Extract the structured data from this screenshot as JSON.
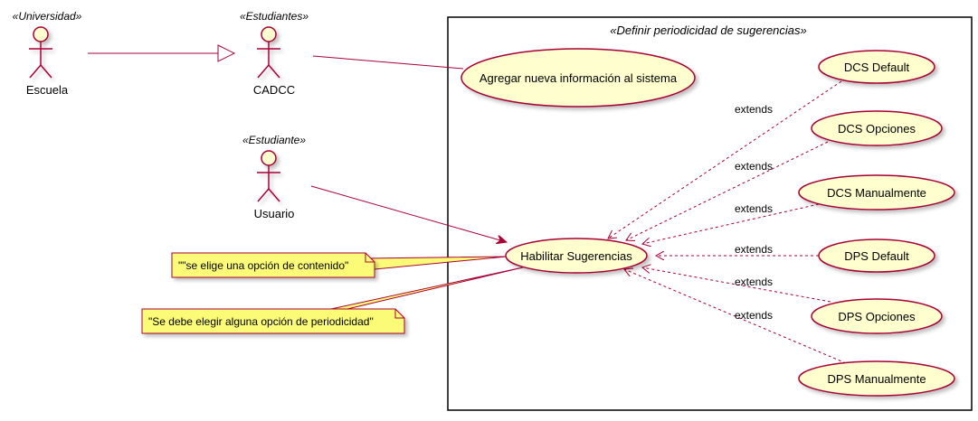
{
  "diagram": {
    "package": {
      "stereotype": "«Definir periodicidad de sugerencias»"
    },
    "actors": [
      {
        "id": "escuela",
        "stereotype": "«Universidad»",
        "name": "Escuela"
      },
      {
        "id": "cadcc",
        "stereotype": "«Estudiantes»",
        "name": "CADCC"
      },
      {
        "id": "usuario",
        "stereotype": "«Estudiante»",
        "name": "Usuario"
      }
    ],
    "usecases": [
      {
        "id": "agregar",
        "label": "Agregar nueva información al sistema"
      },
      {
        "id": "habilitar",
        "label": "Habilitar Sugerencias"
      },
      {
        "id": "dcs_default",
        "label": "DCS Default"
      },
      {
        "id": "dcs_opciones",
        "label": "DCS Opciones"
      },
      {
        "id": "dcs_manual",
        "label": "DCS Manualmente"
      },
      {
        "id": "dps_default",
        "label": "DPS Default"
      },
      {
        "id": "dps_opciones",
        "label": "DPS Opciones"
      },
      {
        "id": "dps_manual",
        "label": "DPS Manualmente"
      }
    ],
    "extends_label": "extends",
    "notes": [
      {
        "id": "note1",
        "text": "\"\"se elige una opción de contenido\""
      },
      {
        "id": "note2",
        "text": "\"Se debe elegir alguna opción de periodicidad\""
      }
    ],
    "colors": {
      "line": "#A80036",
      "actor_fill": "#FEFECE",
      "usecase_fill": "#FEFECE",
      "note_fill": "#FBFB77",
      "border": "#000000"
    }
  }
}
